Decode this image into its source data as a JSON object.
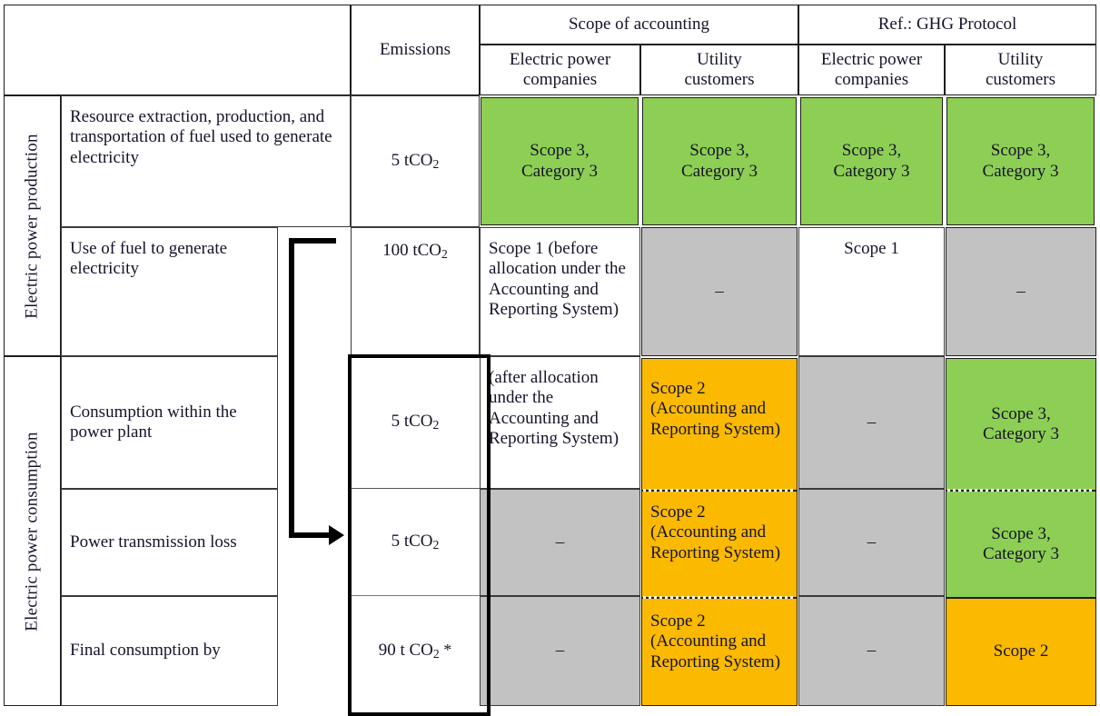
{
  "table": {
    "header": {
      "corner_label": "",
      "emissions_label": "Emissions",
      "group_scope": "Scope of accounting",
      "group_ref": "Ref.: GHG Protocol",
      "sub_columns": [
        "Electric power\ncompanies",
        "Utility\ncustomers",
        "Electric power\ncompanies",
        "Utility\ncustomers"
      ]
    },
    "row_groups": [
      {
        "label": "Electric power production"
      },
      {
        "label": "Electric power consumption"
      }
    ],
    "rows": [
      {
        "description": "Resource extraction, production, and transportation of fuel used to generate electricity",
        "emissions_value": "5",
        "emissions_unit": "tCO",
        "emissions_sub": "2",
        "emissions_star": "",
        "cells": [
          {
            "text": "Scope 3,\nCategory 3",
            "color": "green"
          },
          {
            "text": "Scope 3,\nCategory 3",
            "color": "green"
          },
          {
            "text": "Scope 3,\nCategory 3",
            "color": "green"
          },
          {
            "text": "Scope 3,\nCategory 3",
            "color": "green"
          }
        ]
      },
      {
        "description": "Use of fuel to generate electricity",
        "emissions_value": "100",
        "emissions_unit": "tCO",
        "emissions_sub": "2",
        "emissions_star": "",
        "cells": [
          {
            "text": "Scope 1 (before allocation under the Accounting and Reporting System)",
            "color": "white"
          },
          {
            "text": "–",
            "color": "gray"
          },
          {
            "text": "Scope 1",
            "color": "white"
          },
          {
            "text": "–",
            "color": "gray"
          }
        ]
      },
      {
        "description": "Consumption within the power plant",
        "emissions_value": "5",
        "emissions_unit": "tCO",
        "emissions_sub": "2",
        "emissions_star": "",
        "cells": [
          {
            "text": "(after allocation under the Accounting and Reporting System)",
            "color": "white"
          },
          {
            "text": "Scope 2 (Accounting and Reporting System)",
            "color": "orange"
          },
          {
            "text": "–",
            "color": "gray"
          },
          {
            "text": "Scope 3,\nCategory 3",
            "color": "green"
          }
        ]
      },
      {
        "description": "Power transmission loss",
        "emissions_value": "5",
        "emissions_unit": "tCO",
        "emissions_sub": "2",
        "emissions_star": "",
        "cells": [
          {
            "text": "–",
            "color": "gray"
          },
          {
            "text": "Scope 2 (Accounting and Reporting System)",
            "color": "orange"
          },
          {
            "text": "–",
            "color": "gray"
          },
          {
            "text": "Scope 3,\nCategory 3",
            "color": "green"
          }
        ]
      },
      {
        "description": "Final consumption by",
        "emissions_value": "90",
        "emissions_unit": "t CO",
        "emissions_sub": "2",
        "emissions_star": " *",
        "cells": [
          {
            "text": "–",
            "color": "gray"
          },
          {
            "text": "Scope 2 (Accounting and Reporting System)",
            "color": "orange"
          },
          {
            "text": "–",
            "color": "gray"
          },
          {
            "text": "Scope 2",
            "color": "orange"
          }
        ]
      }
    ],
    "colors": {
      "green": "#8dce54",
      "orange": "#fbb900",
      "gray": "#c2c2c2",
      "white": "#ffffff",
      "border": "#1d1d1d",
      "emphasis_border": "#000000"
    }
  }
}
